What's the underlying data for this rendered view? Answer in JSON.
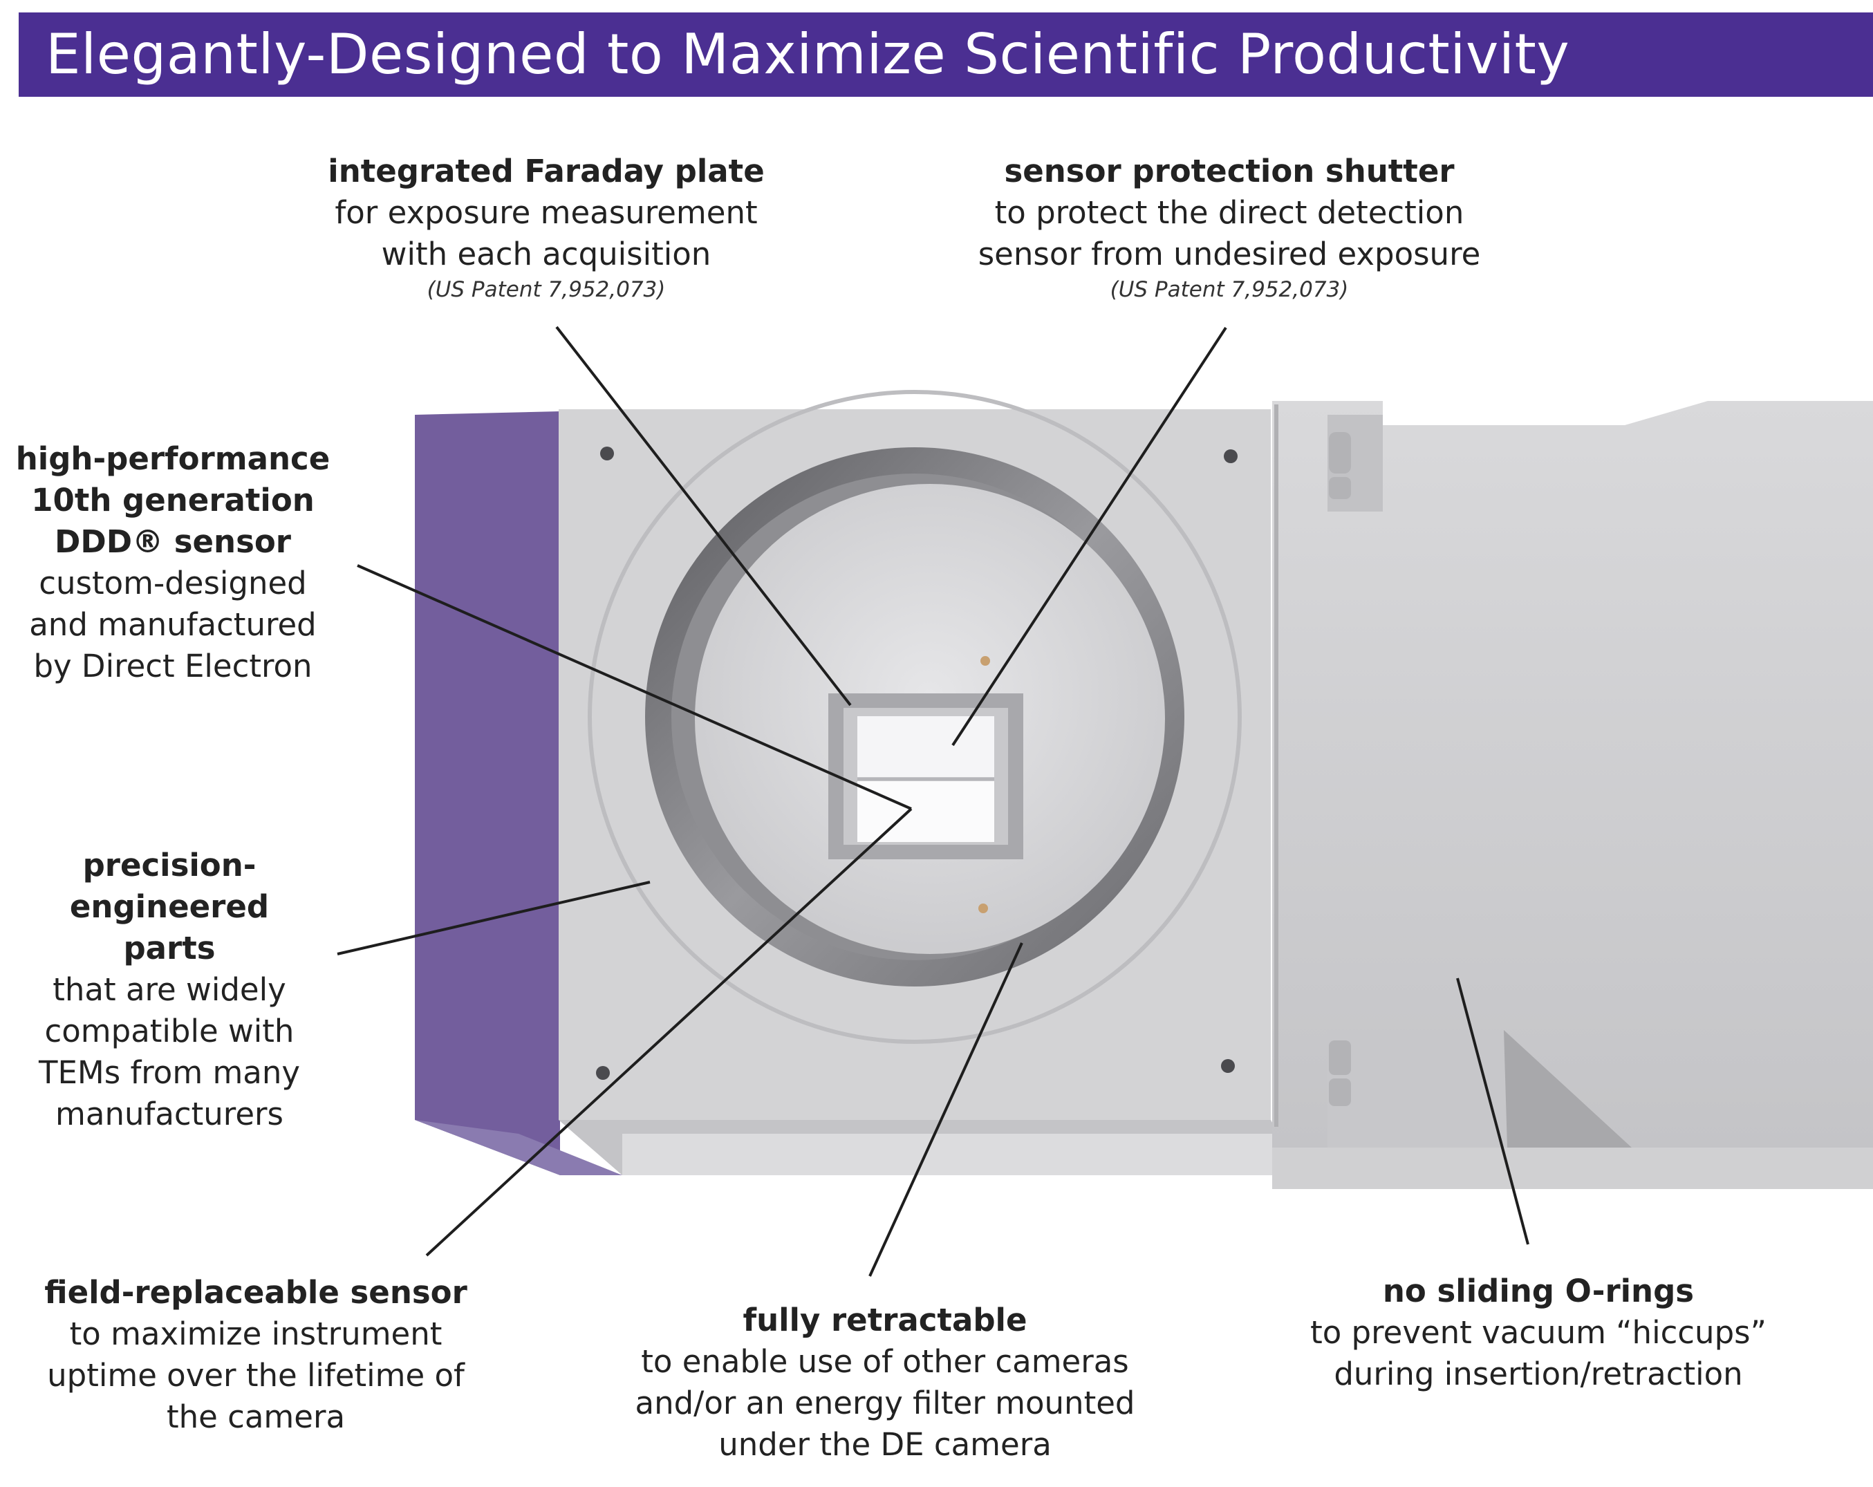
{
  "header": {
    "title": "Elegantly-Designed to Maximize Scientific Productivity"
  },
  "colors": {
    "banner": "#4b2f92",
    "purple_side": "#735e9d",
    "aluminum": "#cfcfd1",
    "text": "#222222"
  },
  "callouts": {
    "faraday": {
      "bold": "integrated Faraday plate",
      "desc": "for exposure measurement with each acquisition",
      "patent": "(US Patent 7,952,073)"
    },
    "shutter": {
      "bold": "sensor protection shutter",
      "desc": "to protect the direct detection sensor from undesired exposure",
      "patent": "(US Patent 7,952,073)"
    },
    "sensor": {
      "bold": "high-performance 10th generation DDD® sensor",
      "desc": "custom-designed and manufactured by Direct Electron"
    },
    "parts": {
      "bold": "precision-engineered parts",
      "desc": "that are widely compatible with TEMs from many manufacturers"
    },
    "replaceable": {
      "bold": "field-replaceable sensor",
      "desc": "to maximize instrument uptime over the lifetime of the camera"
    },
    "retractable": {
      "bold": "fully retractable",
      "desc": "to enable use of other cameras and/or an energy filter mounted under the DE camera"
    },
    "orings": {
      "bold": "no sliding O-rings",
      "desc": "to prevent vacuum “hiccups” during insertion/retraction"
    }
  }
}
